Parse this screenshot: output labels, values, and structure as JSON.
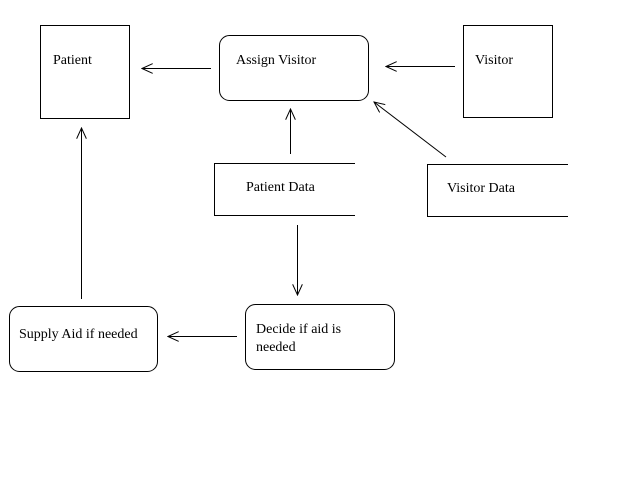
{
  "diagram": {
    "nodes": {
      "patient": "Patient",
      "assign_visitor": "Assign Visitor",
      "visitor": "Visitor",
      "patient_data": "Patient Data",
      "visitor_data": "Visitor Data",
      "supply_aid": "Supply Aid if needed",
      "decide_aid": "Decide if aid is needed"
    },
    "colors": {
      "stroke": "#000000",
      "background": "#ffffff"
    }
  }
}
